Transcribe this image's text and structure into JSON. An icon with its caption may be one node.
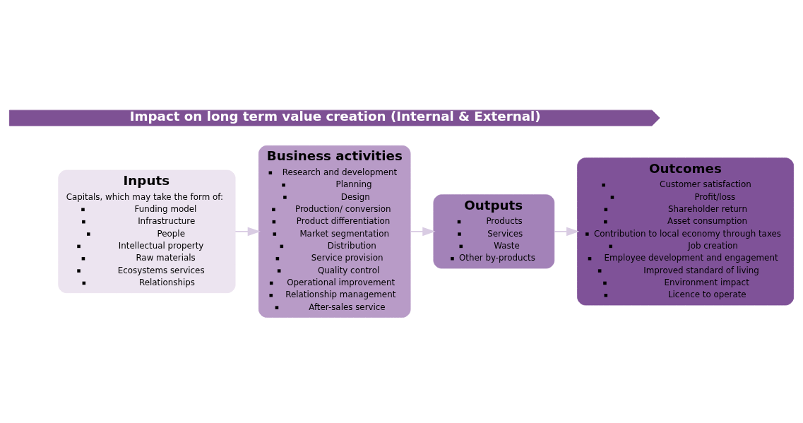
{
  "diagram": {
    "nodes": [
      {
        "text": [
          "Impact on long term value creation (Internal & External)"
        ]
      },
      {
        "text": [
          "Inputs",
          "Capitals, which may take the form of:",
          "Funding model",
          "Infrastructure",
          "People",
          "Intellectual property",
          "Raw materials",
          "Ecosystems services",
          "Relationships"
        ]
      },
      {
        "text": [
          "Business activities",
          "Research and development",
          "Planning",
          "Design",
          "Production/ conversion",
          "Product differentiation",
          "Market segmentation",
          "Distribution",
          "Service provision",
          "Quality control",
          "Operational improvement",
          "Relationship management",
          "After-sales service"
        ]
      },
      {
        "text": [
          "Outputs",
          "Products",
          "Services",
          "Waste",
          "Other by-products"
        ]
      },
      {
        "text": [
          "Outcomes",
          "Customer satisfaction",
          "Profit/loss",
          "Shareholder return",
          "Asset consumption",
          "Contribution to local economy through taxes",
          "Job creation",
          "Employee development and engagement",
          "Improved standard of living",
          "Environment impact",
          "Licence to operate"
        ]
      }
    ],
    "edges": [
      {
        "from": 1,
        "to": 2,
        "arrow": "to"
      },
      {
        "from": 2,
        "to": 3,
        "arrow": "to"
      },
      {
        "from": 3,
        "to": 4,
        "arrow": "to"
      }
    ]
  }
}
